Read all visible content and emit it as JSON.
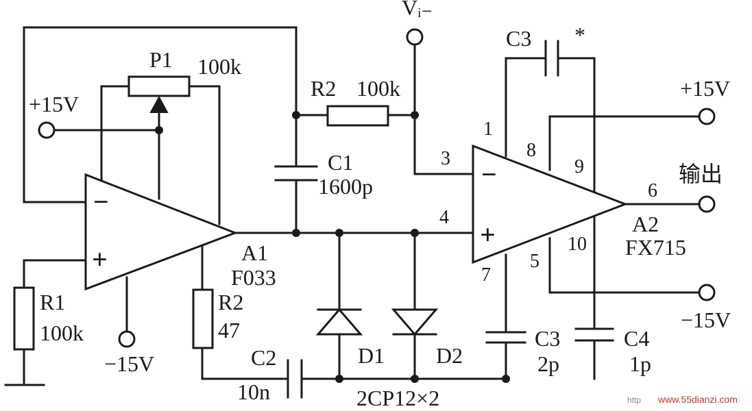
{
  "labels": {
    "vin": "Vᵢ₋",
    "p1": "P1",
    "p1_val": "100k",
    "plus15_left": "+15V",
    "r2_top": "R2",
    "r2_top_val": "100k",
    "c3_top": "C3",
    "c3_star": "*",
    "c1": "C1",
    "c1_val": "1600p",
    "a1": "A1",
    "a1_part": "F033",
    "r1": "R1",
    "r1_val": "100k",
    "minus15_left": "−15V",
    "r2_low": "R2",
    "r2_low_val": "47",
    "c2": "C2",
    "c2_val": "10n",
    "d1": "D1",
    "d2": "D2",
    "diode_part": "2CP12×2",
    "c3_low": "C3",
    "c3_low_val": "2p",
    "c4": "C4",
    "c4_val": "1p",
    "plus15_right": "+15V",
    "output": "输出",
    "a2": "A2",
    "a2_part": "FX715",
    "minus15_right": "−15V",
    "minus_sign": "−",
    "plus_sign": "+"
  },
  "pins": {
    "p1": "1",
    "p3": "3",
    "p4": "4",
    "p5": "5",
    "p6": "6",
    "p7": "7",
    "p8": "8",
    "p9": "9",
    "p10": "10"
  },
  "watermark": {
    "prefix": "http",
    "site": "www.55dianzi.com"
  }
}
